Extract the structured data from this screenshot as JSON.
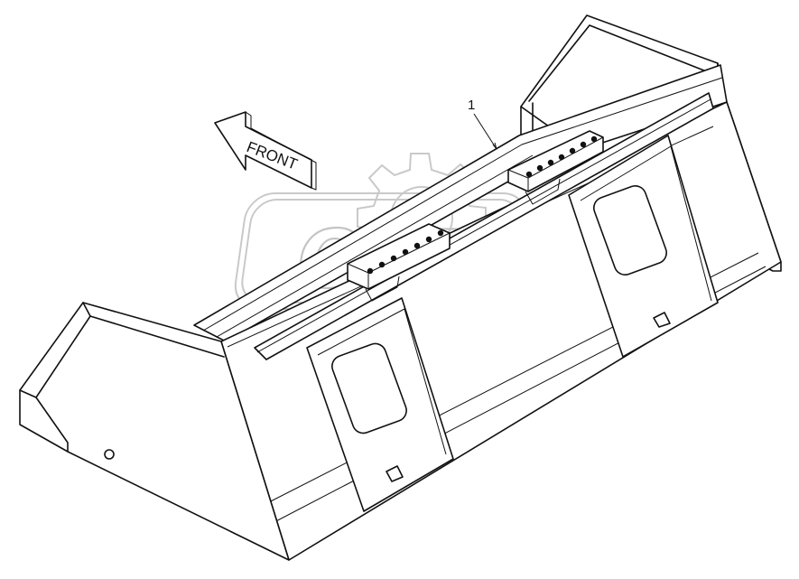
{
  "diagram": {
    "callout_number": "1",
    "front_label": "FRONT",
    "watermark_text": "OPEX"
  },
  "colors": {
    "line": "#111111",
    "background": "#ffffff",
    "watermark": "#c4c4c4"
  }
}
